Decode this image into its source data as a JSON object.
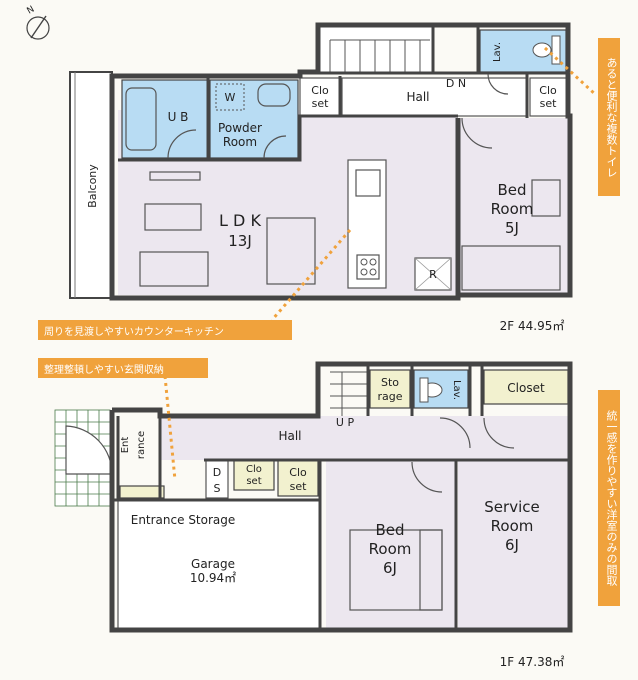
{
  "compass": {
    "label": "N"
  },
  "callouts": {
    "toilets": "あると便利な複数トイレ",
    "kitchen": "周りを見渡しやすいカウンターキッチン",
    "entrance": "整理整頓しやすい玄関収納",
    "western": "統一感を作りやすい洋室のみの間取"
  },
  "floor2": {
    "area": "2F 44.95㎡",
    "rooms": {
      "balcony": "Balcony",
      "ub": "U B",
      "washer": "W",
      "powder_1": "Powder",
      "powder_2": "Room",
      "closet_a_1": "Clo",
      "closet_a_2": "set",
      "hall": "Hall",
      "dn": "D N",
      "lav": "Lav.",
      "closet_b_1": "Clo",
      "closet_b_2": "set",
      "ldk_1": "L D K",
      "ldk_2": "13J",
      "bed_1": "Bed",
      "bed_2": "Room",
      "bed_3": "5J",
      "fridge": "R"
    }
  },
  "floor1": {
    "area": "1F 47.38㎡",
    "rooms": {
      "entrance_1": "Ent",
      "entrance_2": "rance",
      "hall": "Hall",
      "up": "U P",
      "storage_1": "Sto",
      "storage_2": "rage",
      "lav": "Lav.",
      "closet": "Closet",
      "ds_1": "D",
      "ds_2": "S",
      "closet_a_1": "Clo",
      "closet_a_2": "set",
      "closet_b_1": "Clo",
      "closet_b_2": "set",
      "entrance_storage": "Entrance Storage",
      "garage_1": "Garage",
      "garage_2": "10.94㎡",
      "bed_1": "Bed",
      "bed_2": "Room",
      "bed_3": "6J",
      "service_1": "Service",
      "service_2": "Room",
      "service_3": "6J"
    }
  }
}
